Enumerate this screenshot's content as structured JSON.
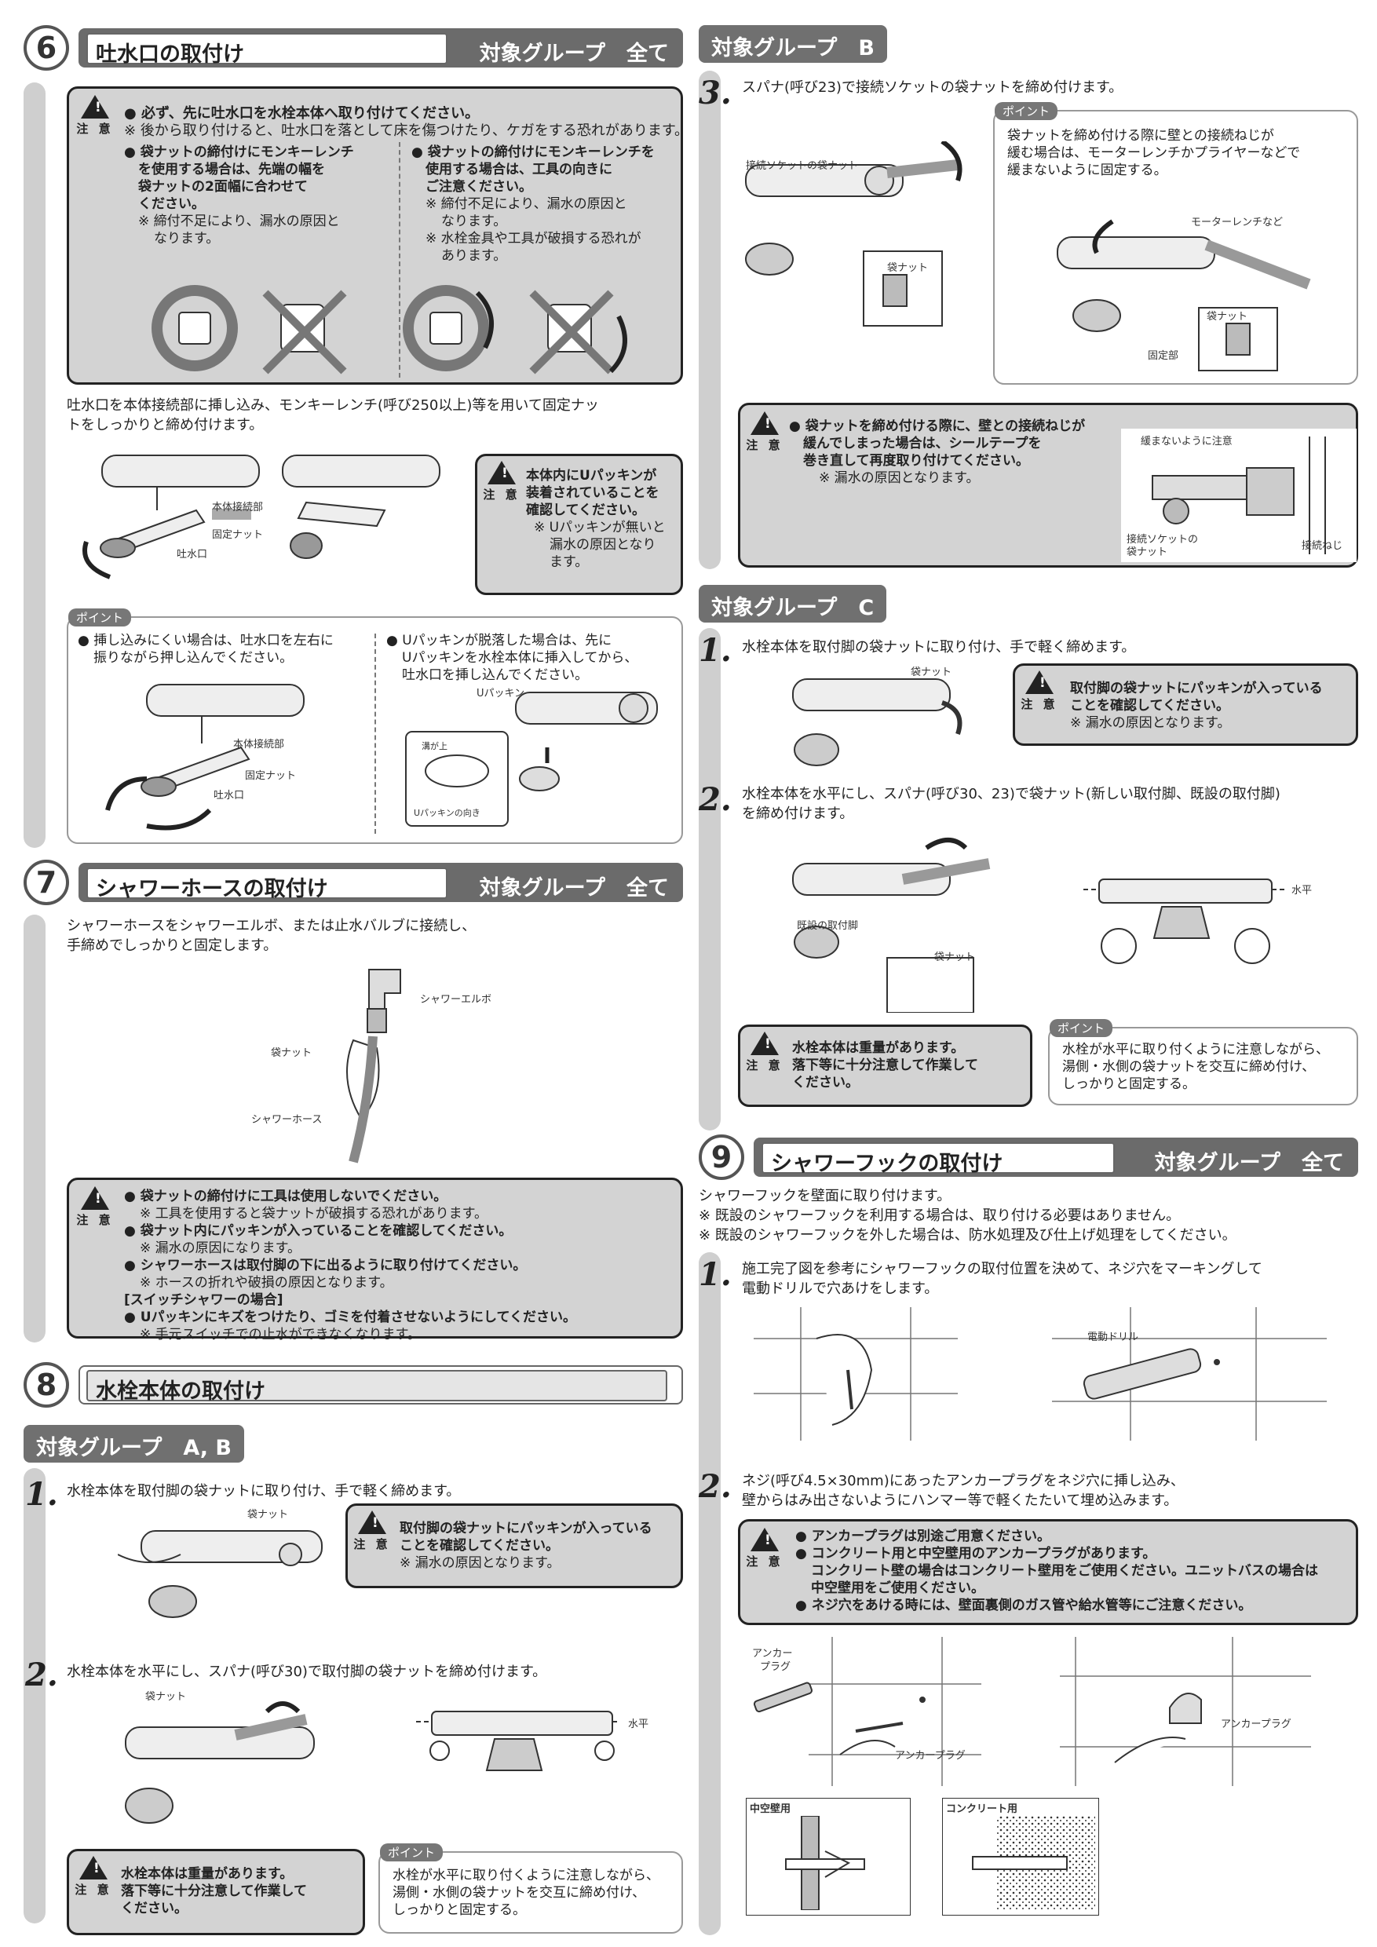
{
  "warning_label": "注 意",
  "point_label": "ポイント",
  "s6": {
    "num": "6",
    "title": "吐水口の取付け",
    "group": "対象グループ　全て",
    "w1": "● 必ず、先に吐水口を水栓本体へ取り付けてください。",
    "w2": "※ 後から取り付けると、吐水口を落として床を傷つけたり、ケガをする恐れがあります。",
    "la1": "● 袋ナットの締付けにモンキーレンチ",
    "la2": "を使用する場合は、先端の幅を",
    "la3": "袋ナットの2面幅に合わせて",
    "la4": "ください。",
    "la5": "※ 締付不足により、漏水の原因と",
    "la6": "なります。",
    "ra1": "● 袋ナットの締付けにモンキーレンチを",
    "ra2": "使用する場合は、工具の向きに",
    "ra3": "ご注意ください。",
    "ra4": "※ 締付不足により、漏水の原因と",
    "ra5": "なります。",
    "ra6": "※ 水栓金具や工具が破損する恐れが",
    "ra7": "あります。",
    "i1": "吐水口を本体接続部に挿し込み、モンキーレンチ(呼び250以上)等を用いて固定ナッ",
    "i2": "トをしっかりと締め付けます。",
    "lbl_conn": "本体接続部",
    "lbl_nut": "固定ナット",
    "lbl_spout": "吐水口",
    "w3a": "本体内にUパッキンが",
    "w3b": "装着されていることを",
    "w3c": "確認してください。",
    "w3d": "※ Uパッキンが無いと",
    "w3e": "漏水の原因となり",
    "w3f": "ます。",
    "p1a": "● 挿し込みにくい場合は、吐水口を左右に",
    "p1b": "振りながら押し込んでください。",
    "p2a": "● Uパッキンが脱落した場合は、先に",
    "p2b": "Uパッキンを水栓本体に挿入してから、",
    "p2c": "吐水口を挿し込んでください。",
    "lbl_up": "Uパッキン",
    "lbl_mizo": "溝が上",
    "lbl_upmuki": "Uパッキンの向き"
  },
  "s7": {
    "num": "7",
    "title": "シャワーホースの取付け",
    "group": "対象グループ　全て",
    "i1": "シャワーホースをシャワーエルボ、または止水バルブに接続し、",
    "i2": "手締めでしっかりと固定します。",
    "lbl_elbow": "シャワーエルボ",
    "lbl_nut": "袋ナット",
    "lbl_hose": "シャワーホース",
    "w1": "● 袋ナットの締付けに工具は使用しないでください。",
    "w2": "※ 工具を使用すると袋ナットが破損する恐れがあります。",
    "w3": "● 袋ナット内にパッキンが入っていることを確認してください。",
    "w4": "※ 漏水の原因になります。",
    "w5": "● シャワーホースは取付脚の下に出るように取り付けてください。",
    "w6": "※ ホースの折れや破損の原因となります。",
    "w7": "[スイッチシャワーの場合]",
    "w8": "● Uパッキンにキズをつけたり、ゴミを付着させないようにしてください。",
    "w9": "※ 手元スイッチでの止水ができなくなります。"
  },
  "s8": {
    "num": "8",
    "title": "水栓本体の取付け",
    "groupAB": "対象グループ　A, B",
    "ab1": {
      "num": "1.",
      "text": "水栓本体を取付脚の袋ナットに取り付け、手で軽く締めます。",
      "lbl": "袋ナット",
      "w1": "取付脚の袋ナットにパッキンが入っている",
      "w2": "ことを確認してください。",
      "w3": "※ 漏水の原因となります。"
    },
    "ab2": {
      "num": "2.",
      "text": "水栓本体を水平にし、スパナ(呼び30)で取付脚の袋ナットを締め付けます。",
      "lbl": "袋ナット",
      "lbl_level": "水平",
      "w1": "水栓本体は重量があります。",
      "w2": "落下等に十分注意して作業して",
      "w3": "ください。",
      "p1": "水栓が水平に取り付くように注意しながら、",
      "p2": "湯側・水側の袋ナットを交互に締め付け、",
      "p3": "しっかりと固定する。"
    }
  },
  "gB": {
    "tag": "対象グループ　B",
    "num": "3.",
    "text": "スパナ(呼び23)で接続ソケットの袋ナットを締め付けます。",
    "lbl_sock": "接続ソケットの袋ナット",
    "lbl_nut": "袋ナット",
    "p1": "袋ナットを締め付ける際に壁との接続ねじが",
    "p2": "緩む場合は、モーターレンチかプライヤーなどで",
    "p3": "緩まないように固定する。",
    "lbl_motor": "モーターレンチなど",
    "lbl_nut2": "袋ナット",
    "lbl_fix": "固定部",
    "w1": "● 袋ナットを締め付ける際に、壁との接続ねじが",
    "w2": "緩んでしまった場合は、シールテープを",
    "w3": "巻き直して再度取り付けてください。",
    "w4": "※ 漏水の原因となります。",
    "lbl_nolose": "緩まないように注意",
    "lbl_sock2": "接続ソケットの",
    "lbl_sock3": "袋ナット",
    "lbl_screw": "接続ねじ"
  },
  "gC": {
    "tag": "対象グループ　C",
    "c1": {
      "num": "1.",
      "text": "水栓本体を取付脚の袋ナットに取り付け、手で軽く締めます。",
      "lbl": "袋ナット",
      "w1": "取付脚の袋ナットにパッキンが入っている",
      "w2": "ことを確認してください。",
      "w3": "※ 漏水の原因となります。"
    },
    "c2": {
      "num": "2.",
      "text1": "水栓本体を水平にし、スパナ(呼び30、23)で袋ナット(新しい取付脚、既設の取付脚)",
      "text2": "を締め付けます。",
      "lbl_old": "既設の取付脚",
      "lbl_nut": "袋ナット",
      "lbl_level": "水平",
      "w1": "水栓本体は重量があります。",
      "w2": "落下等に十分注意して作業して",
      "w3": "ください。",
      "p1": "水栓が水平に取り付くように注意しながら、",
      "p2": "湯側・水側の袋ナットを交互に締め付け、",
      "p3": "しっかりと固定する。"
    }
  },
  "s9": {
    "num": "9",
    "title": "シャワーフックの取付け",
    "group": "対象グループ　全て",
    "i1": "シャワーフックを壁面に取り付けます。",
    "i2": "※ 既設のシャワーフックを利用する場合は、取り付ける必要はありません。",
    "i3": "※ 既設のシャワーフックを外した場合は、防水処理及び仕上げ処理をしてください。",
    "st1": {
      "num": "1.",
      "t1": "施工完了図を参考にシャワーフックの取付位置を決めて、ネジ穴をマーキングして",
      "t2": "電動ドリルで穴あけをします。",
      "lbl": "電動ドリル"
    },
    "st2": {
      "num": "2.",
      "t1": "ネジ(呼び4.5×30mm)にあったアンカープラグをネジ穴に挿し込み、",
      "t2": "壁からはみ出さないようにハンマー等で軽くたたいて埋め込みます。",
      "w1": "● アンカープラグは別途ご用意ください。",
      "w2": "● コンクリート用と中空壁用のアンカープラグがあります。",
      "w3": "コンクリート壁の場合はコンクリート壁用をご使用ください。ユニットバスの場合は",
      "w4": "中空壁用をご使用ください。",
      "w5": "● ネジ穴をあける時には、壁面裏側のガス管や給水管等にご注意ください。",
      "lbl_anchor1": "アンカー",
      "lbl_anchor2": "プラグ",
      "lbl_anchor3": "アンカープラグ",
      "lbl_anchor4": "アンカープラグ",
      "lbl_hollow": "中空壁用",
      "lbl_conc": "コンクリート用"
    }
  }
}
